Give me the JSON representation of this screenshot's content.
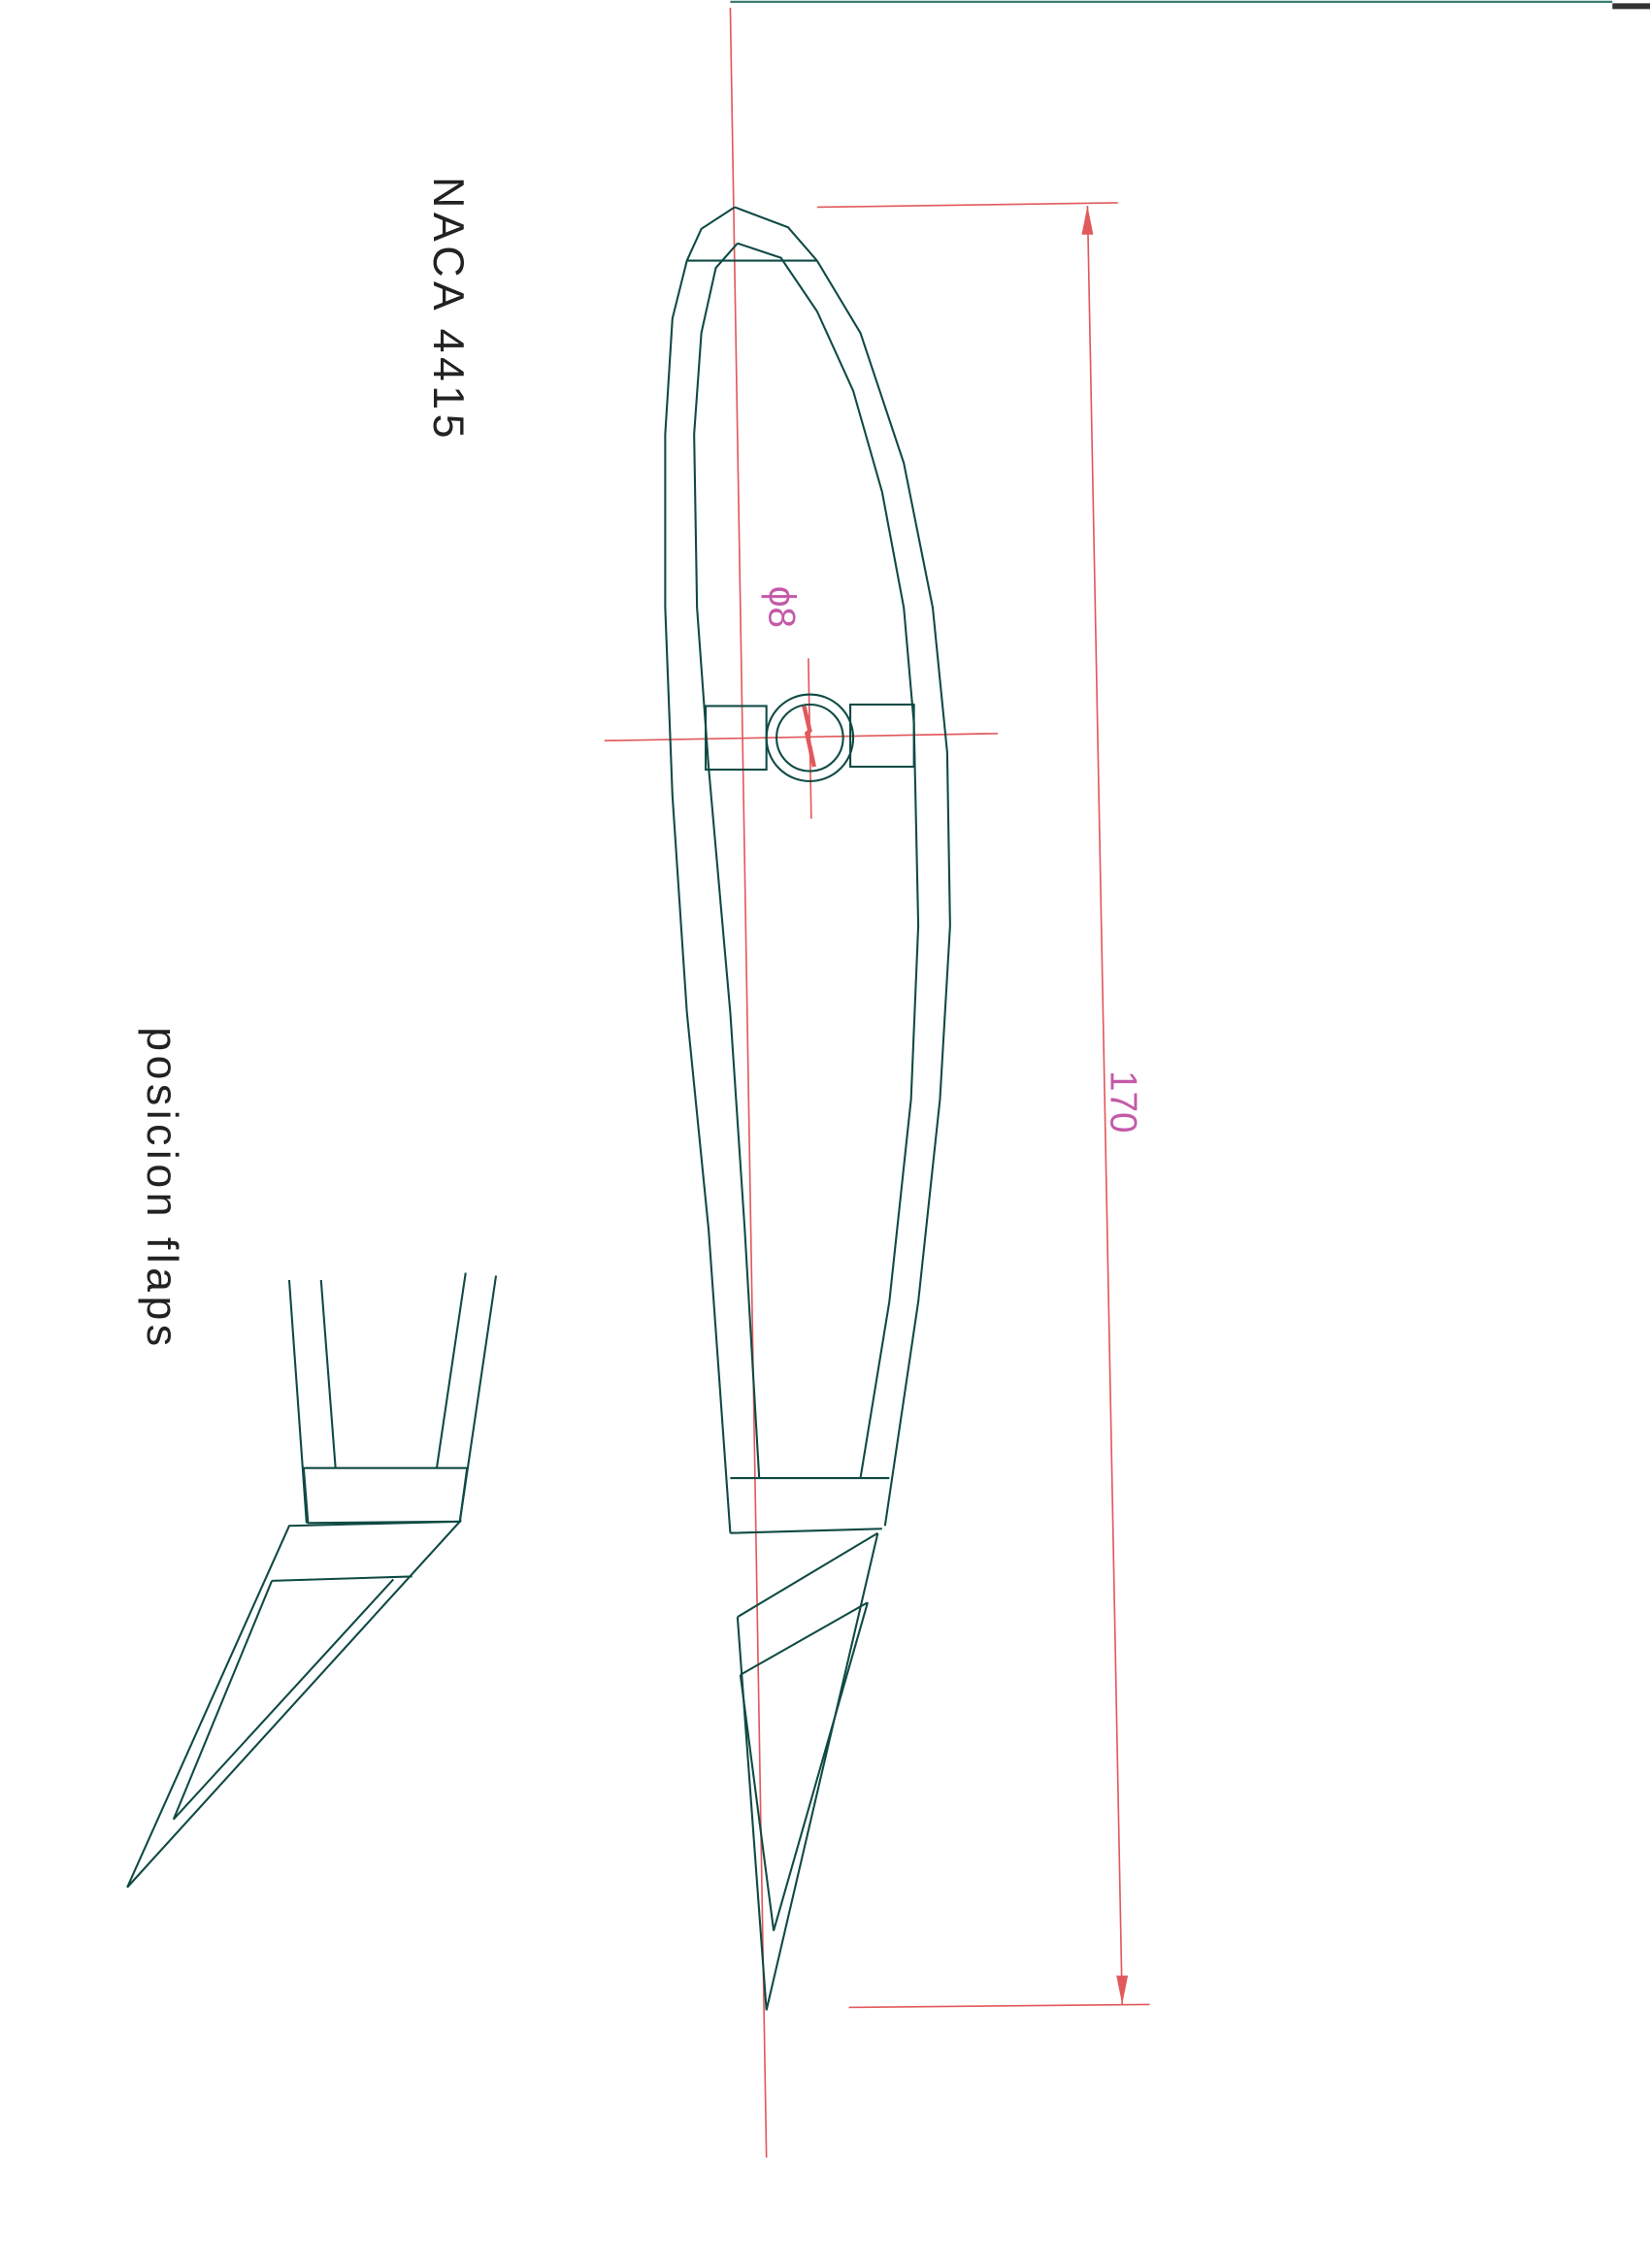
{
  "drawing": {
    "title": "NACA  4415",
    "flap_caption": "posicion  flaps",
    "chord_dimension": "170",
    "hole_diameter": "ϕ8"
  },
  "colors": {
    "outline": "#0f4a44",
    "construction": "#e2595c",
    "dimension_text": "#c45aa8"
  }
}
